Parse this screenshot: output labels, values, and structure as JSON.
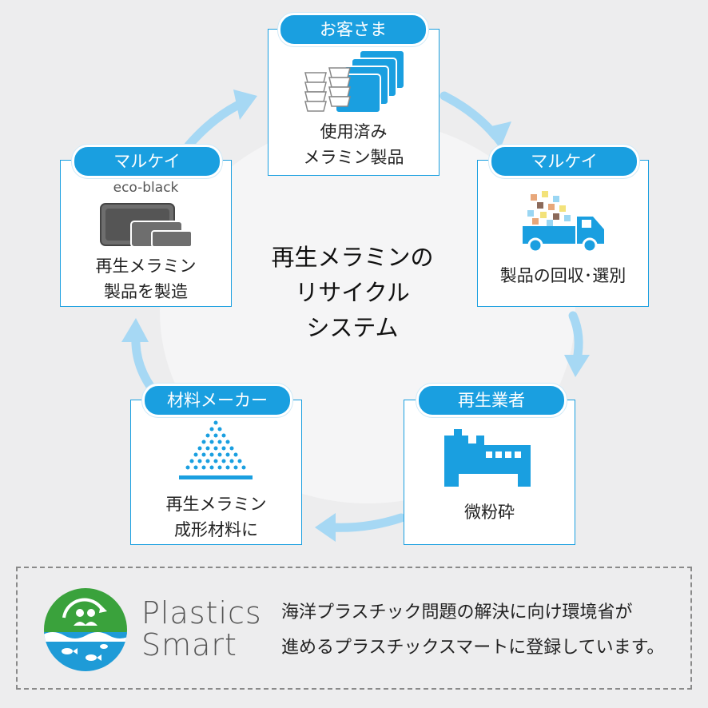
{
  "center": {
    "line1": "再生メラミンの",
    "line2": "リサイクル",
    "line3": "システム"
  },
  "steps": {
    "customer": {
      "label": "お客さま",
      "desc1": "使用済み",
      "desc2": "メラミン製品"
    },
    "collect": {
      "label": "マルケイ",
      "desc1": "製品の回収･選別"
    },
    "recycler": {
      "label": "再生業者",
      "desc1": "微粉砕"
    },
    "material": {
      "label": "材料メーカー",
      "desc1": "再生メラミン",
      "desc2": "成形材料に"
    },
    "manufacture": {
      "label": "マルケイ",
      "sublabel": "eco-black",
      "desc1": "再生メラミン",
      "desc2": "製品を製造"
    }
  },
  "footer": {
    "logo_text1": "Plastics",
    "logo_text2": "Smart",
    "line1": "海洋プラスチック問題の解決に向け環境省が",
    "line2": "進めるプラスチックスマートに登録しています。"
  },
  "colors": {
    "accent": "#1a9fe0",
    "arrow": "#a6d8f4",
    "bg": "#ededee"
  }
}
